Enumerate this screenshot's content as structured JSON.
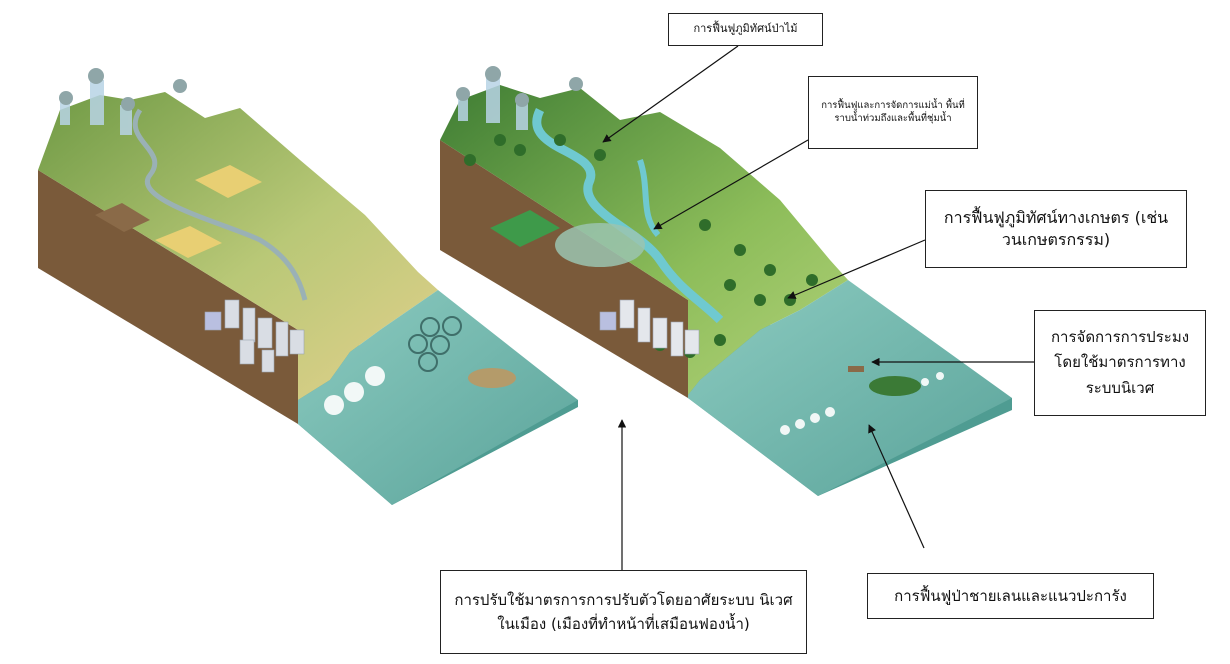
{
  "callouts": {
    "forest": "การฟื้นฟูภูมิทัศน์ป่าไม้",
    "river": "การฟื้นฟูและการจัดการแม่น้ำ พื้นที่ราบน้ำท่วมถึงและพื้นที่ชุ่มน้ำ",
    "agriculture": "การฟื้นฟูภูมิทัศน์ทางเกษตร (เช่น วนเกษตรกรรม)",
    "fisheries": "การจัดการการประมง โดยใช้มาตรการทาง ระบบนิเวศ",
    "mangrove_coral": "การฟื้นฟูป่าชายเลนและแนวปะการัง",
    "urban": "การปรับใช้มาตรการการปรับตัวโดยอาศัยระบบ นิเวศในเมือง (เมืองที่ทำหน้าที่เสมือนฟองน้ำ)"
  },
  "colors": {
    "sea": "#6fb8ae",
    "sea_dark": "#4f9c92",
    "land": "#a9c76a",
    "land_dry": "#d9c886",
    "mountain": "#4f8a3a",
    "soil": "#7a5a3a",
    "river": "#6fc9d0",
    "arrow": "#111111"
  }
}
